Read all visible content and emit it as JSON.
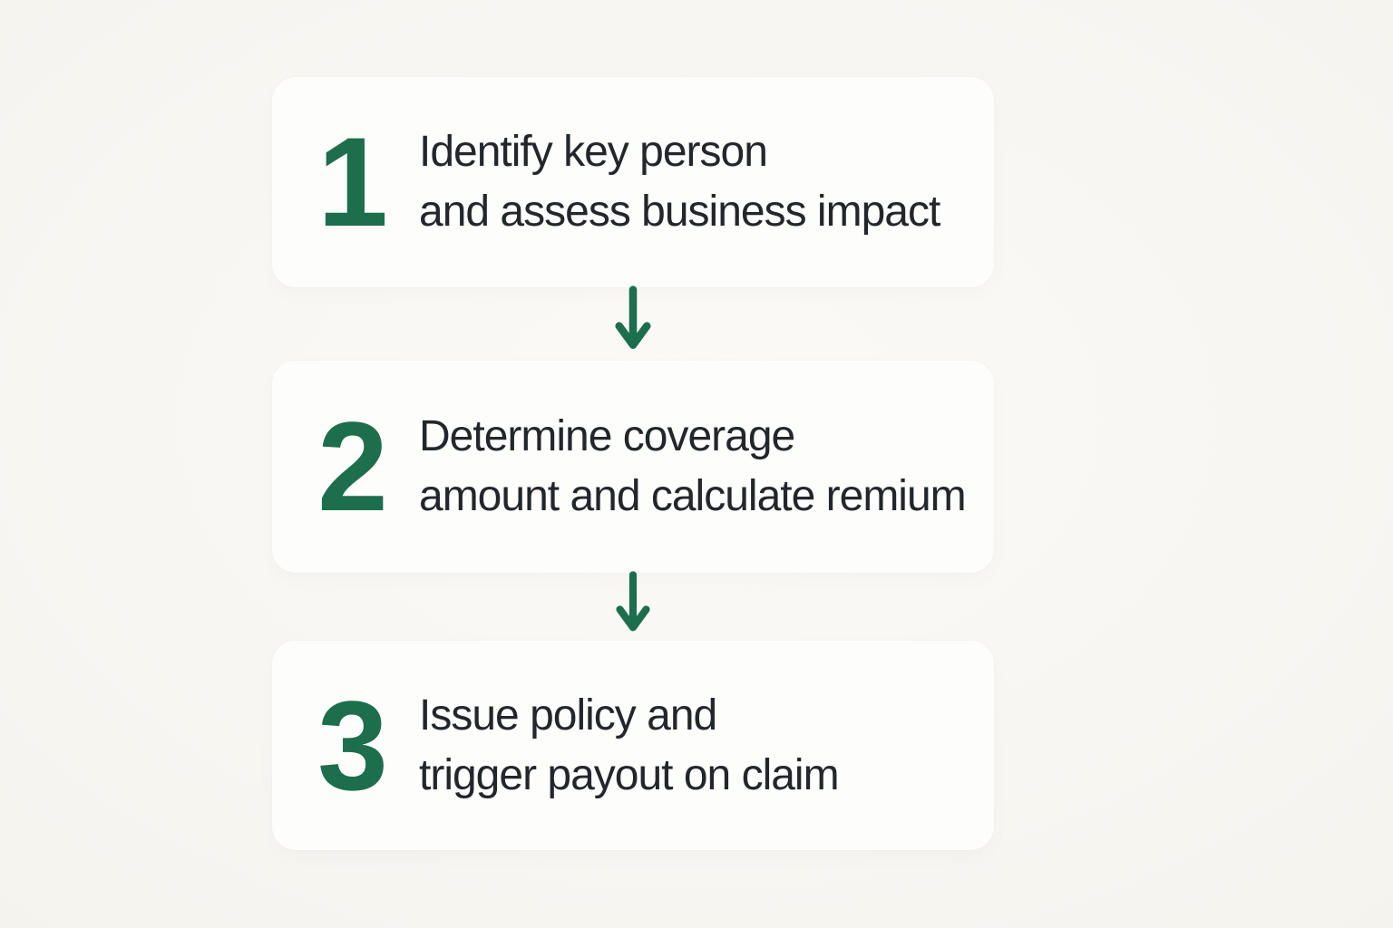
{
  "colors": {
    "accent": "#1d6e4c",
    "text": "#23272c",
    "background": "#f6f4ef",
    "card": "#fdfdfc"
  },
  "process": {
    "connector_icon": "down-arrow",
    "steps": [
      {
        "number": "1",
        "line1": "Identify key person",
        "line2": "and assess business impact"
      },
      {
        "number": "2",
        "line1": "Determine coverage",
        "line2": "amount and calculate remium"
      },
      {
        "number": "3",
        "line1": "Issue policy and",
        "line2": "trigger payout on claim"
      }
    ]
  }
}
